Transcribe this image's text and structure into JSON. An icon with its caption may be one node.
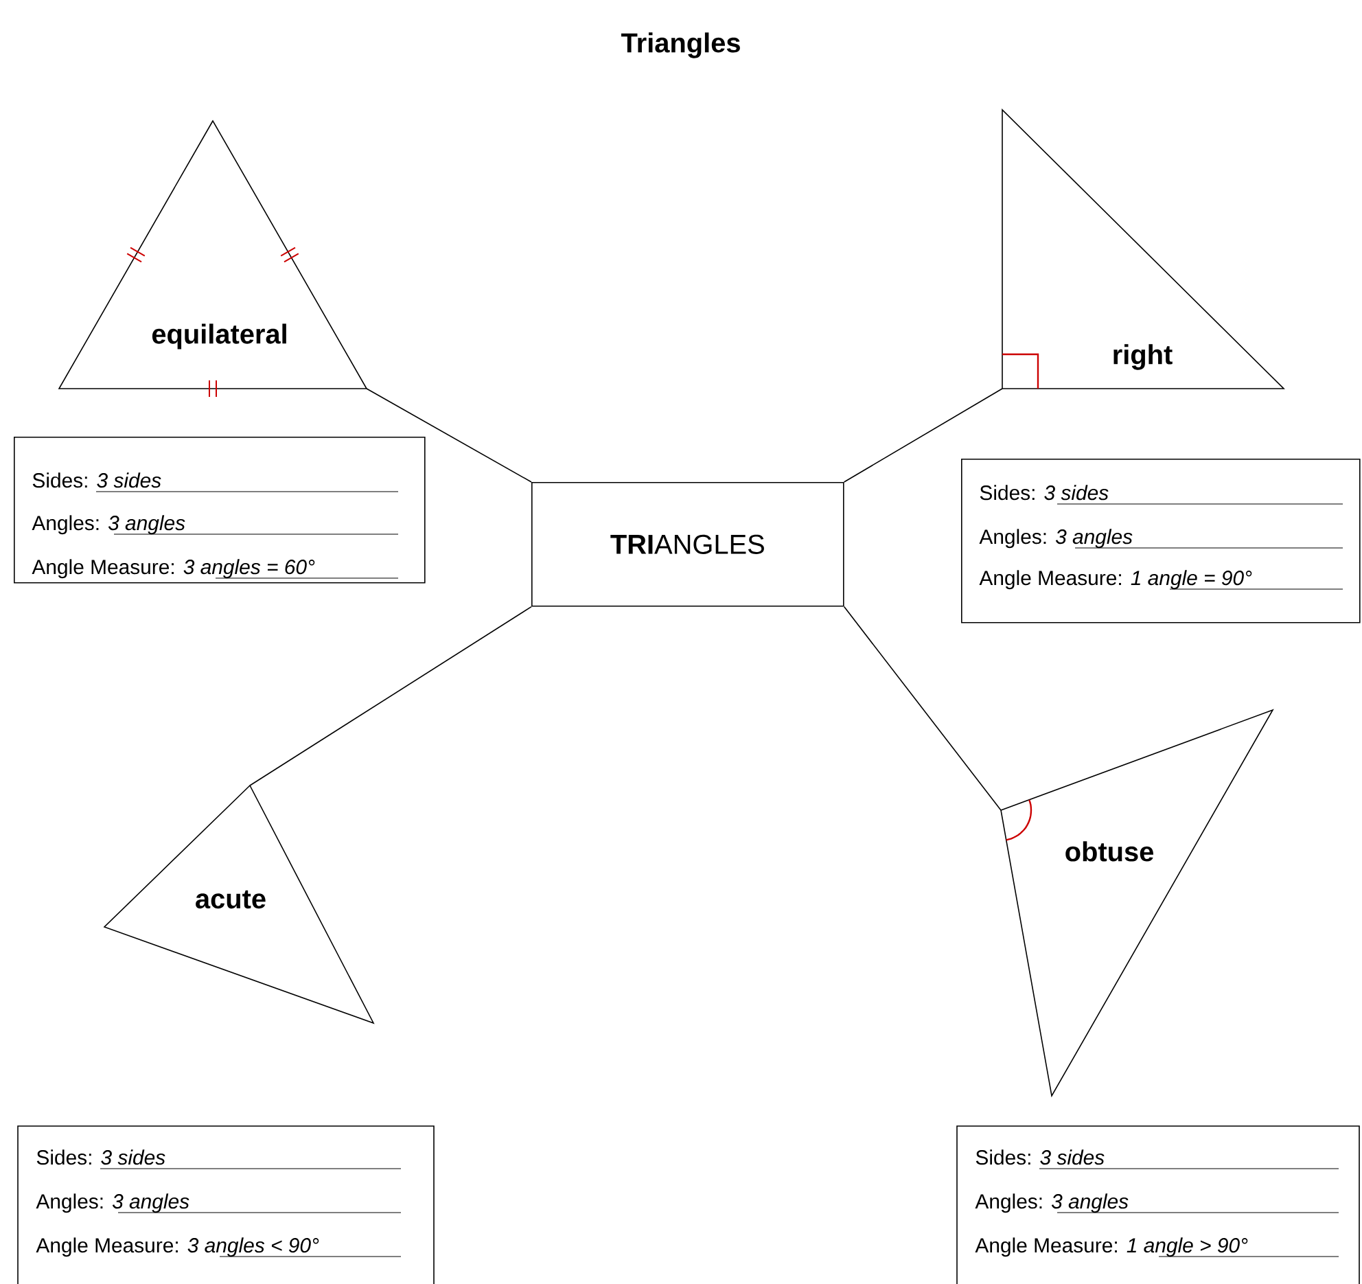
{
  "diagram": {
    "title": "Triangles",
    "nodes": [
      {
        "text": [
          "**TRI**ANGLES"
        ]
      },
      {
        "text": [
          "equilateral"
        ]
      },
      {
        "text": [
          "Sides: *3 sides*",
          "Angles: *3 angles*",
          "Angle Measure: *3 angles = 60°*"
        ]
      },
      {
        "text": [
          "right"
        ]
      },
      {
        "text": [
          "Sides: *3 sides*",
          "Angles: *3 angles*",
          "Angle Measure: *1 angle = 90°*"
        ]
      },
      {
        "text": [
          "acute"
        ]
      },
      {
        "text": [
          "Sides: *3 sides*",
          "Angles: *3 angles*",
          "Angle Measure: *3 angles < 90°*"
        ]
      },
      {
        "text": [
          "obtuse"
        ]
      },
      {
        "text": [
          "Sides: *3 sides*",
          "Angles: *3 angles*",
          "Angle Measure: *1 angle > 90°*"
        ]
      }
    ],
    "edges": [
      {
        "from": 0,
        "to": 1,
        "arrow": "none"
      },
      {
        "from": 0,
        "to": 3,
        "arrow": "none"
      },
      {
        "from": 0,
        "to": 5,
        "arrow": "none"
      },
      {
        "from": 0,
        "to": 7,
        "arrow": "none"
      }
    ]
  }
}
